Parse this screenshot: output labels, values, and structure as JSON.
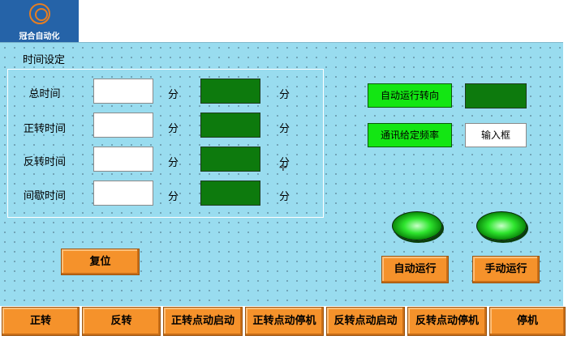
{
  "logo": {
    "company": "冠合自动化"
  },
  "group": {
    "title": "时间设定"
  },
  "rows": [
    {
      "label": "总时间",
      "unit_in": "分",
      "unit_out": "分"
    },
    {
      "label": "正转时间",
      "unit_in": "分",
      "unit_out": "分"
    },
    {
      "label": "反转时间",
      "unit_in": "分",
      "unit_out": "分"
    },
    {
      "label": "间歇时间",
      "unit_in": "分",
      "unit_out": "分"
    }
  ],
  "right_panel": {
    "auto_direction_label": "自动运行转向",
    "comm_frequency_label": "通讯给定频率",
    "input_frame_text": "输入框"
  },
  "buttons": {
    "reset": "复位",
    "auto_run": "自动运行",
    "manual_run": "手动运行"
  },
  "bottom_tabs": [
    "正转",
    "反转",
    "正转点动启动",
    "正转点动停机",
    "反转点动启动",
    "反转点动停机",
    "停机"
  ],
  "colors": {
    "background": "#99dcef",
    "display_green": "#0d7a0d",
    "label_green": "#13e613",
    "button_orange": "#f5922b",
    "logo_blue": "#2563a8"
  }
}
